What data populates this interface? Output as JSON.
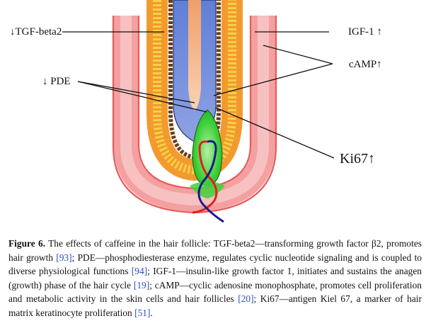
{
  "labels": {
    "tgf": "↓TGF-beta2",
    "igf": "IGF-1 ↑",
    "camp": "cAMP↑",
    "pde": "↓ PDE",
    "ki67": "Ki67↑"
  },
  "caption": {
    "figure_label": "Figure 6.",
    "part1": " The effects of caffeine in the hair follicle: TGF-beta2—transforming growth factor β2, promotes hair growth ",
    "ref1": "[93]",
    "part2": "; PDE—phosphodiesterase enzyme, regulates cyclic nucleotide signaling and is coupled to diverse physiological functions ",
    "ref2": "[94]",
    "part3": "; IGF-1—insulin-like growth factor 1, initiates and sustains the anagen (growth) phase of the hair cycle ",
    "ref3": "[19]",
    "part4": "; cAMP—cyclic adenosine monophosphate, promotes cell proliferation and metabolic activity in the skin cells and hair follicles ",
    "ref4": "[20]",
    "part5": "; Ki67—antigen Kiel 67, a marker of hair matrix keratinocyte proliferation ",
    "ref5": "[51]",
    "part6": "."
  },
  "colors": {
    "outer_sheath": "#f07a7a",
    "outer_sheath_light": "#fbd6d6",
    "orange_layer": "#f3a23a",
    "yellow_layer": "#f7d54a",
    "brown_layer": "#7a4a1e",
    "blue_core": "#6f8bd8",
    "blue_light": "#aab8ea",
    "shaft_peach": "#f2b48a",
    "papilla_green": "#3fd13a",
    "papilla_light": "#b6f0a6",
    "vessel_red": "#e02020",
    "vessel_blue": "#1a1a8a",
    "citation": "#2a4dbd"
  }
}
